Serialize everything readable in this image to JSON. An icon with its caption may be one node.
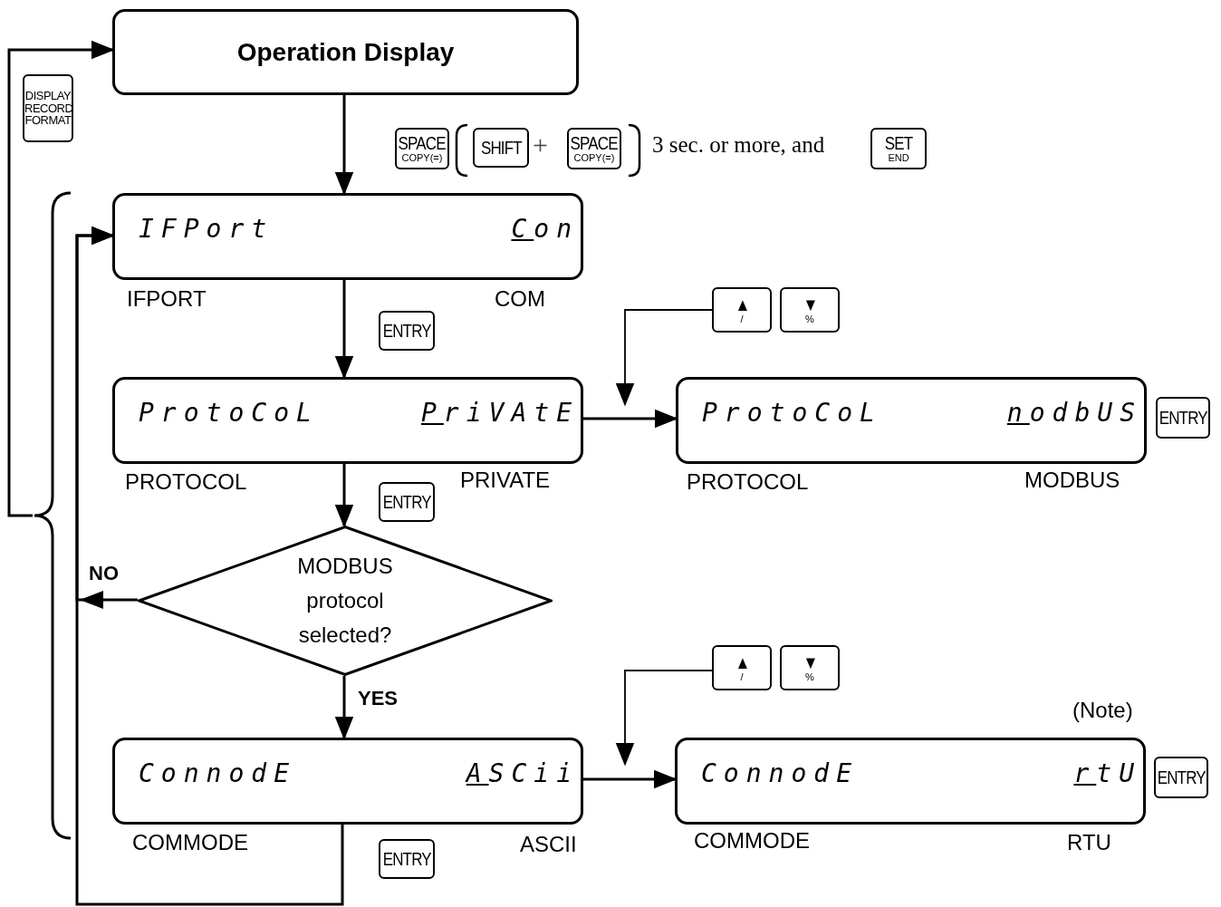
{
  "diagram": {
    "nodes": [
      {
        "text": [
          "Operation Display"
        ]
      },
      {
        "text": [
          "DISPLAY",
          "RECORD FORMAT"
        ]
      },
      {
        "text": [
          "SPACE",
          "COPY(=)"
        ]
      },
      {
        "text": [
          "SHIFT"
        ]
      },
      {
        "text": [
          "SPACE",
          "COPY(=)"
        ]
      },
      {
        "text": [
          "SET",
          "END"
        ]
      },
      {
        "text": [
          "IFPort",
          "Con"
        ],
        "beside": [
          "IFPORT",
          "COM"
        ]
      },
      {
        "text": [
          "ENTRY"
        ]
      },
      {
        "text": [
          "▲",
          "/"
        ]
      },
      {
        "text": [
          "▼",
          "%"
        ]
      },
      {
        "text": [
          "ProtoCoL",
          "PriVAtE"
        ],
        "beside": [
          "PROTOCOL",
          "PRIVATE"
        ]
      },
      {
        "text": [
          "ProtoCoL",
          "nodbUS"
        ],
        "beside": [
          "PROTOCOL",
          "MODBUS"
        ]
      },
      {
        "text": [
          "ENTRY"
        ]
      },
      {
        "text": [
          "ENTRY"
        ]
      },
      {
        "text": [
          "MODBUS protocol selected?"
        ]
      },
      {
        "text": [
          "▲",
          "/"
        ]
      },
      {
        "text": [
          "▼",
          "%"
        ]
      },
      {
        "text": [
          "ConnodE",
          "ASCii"
        ],
        "beside": [
          "COMMODE",
          "ASCII"
        ]
      },
      {
        "text": [
          "ConnodE",
          "rtU"
        ],
        "beside": [
          "(Note)",
          "COMMODE",
          "RTU"
        ]
      },
      {
        "text": [
          "ENTRY"
        ]
      },
      {
        "text": [
          "ENTRY"
        ]
      },
      {
        "text": [],
        "shape": "bracket"
      }
    ],
    "edges": [
      {
        "from": 0,
        "to": 6,
        "arrow": "to"
      },
      {
        "from": 21,
        "to": 0,
        "arrow": "to"
      },
      {
        "from": 6,
        "to": 10,
        "arrow": "to"
      },
      {
        "from": 10,
        "to": 11,
        "arrow": "to"
      },
      {
        "from": 10,
        "to": 14,
        "arrow": "to"
      },
      {
        "from": 14,
        "to": 17,
        "arrow": "to",
        "label": "YES"
      },
      {
        "from": 17,
        "to": 18,
        "arrow": "to"
      },
      {
        "from": 14,
        "to": 6,
        "arrow": "to",
        "label": "NO"
      },
      {
        "from": 17,
        "to": 6,
        "arrow": "to"
      },
      {
        "from": 8,
        "to": null,
        "arrow": "to"
      },
      {
        "from": 15,
        "to": null,
        "arrow": "to"
      }
    ],
    "labels": [
      "+",
      "3 sec. or more, and"
    ]
  }
}
